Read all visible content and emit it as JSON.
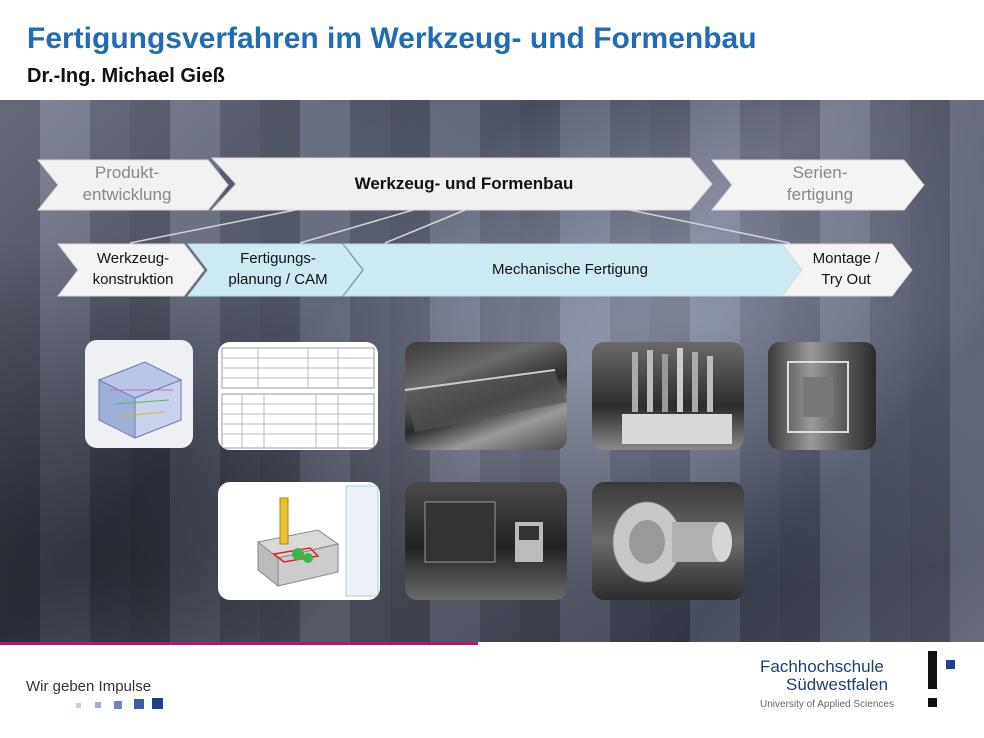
{
  "header": {
    "title": "Fertigungsverfahren im Werkzeug- und Formenbau",
    "subtitle": "Dr.-Ing. Michael Gieß"
  },
  "process_top": [
    {
      "line1": "Produkt-",
      "line2": "entwicklung"
    },
    {
      "line1": "Werkzeug- und Formenbau",
      "line2": ""
    },
    {
      "line1": "Serien-",
      "line2": "fertigung"
    }
  ],
  "process_bottom": [
    {
      "line1": "Werkzeug-",
      "line2": "konstruktion"
    },
    {
      "line1": "Fertigungs-",
      "line2": "planung / CAM"
    },
    {
      "line1": "Mechanische Fertigung",
      "line2": ""
    },
    {
      "line1": "Montage /",
      "line2": "Try Out"
    }
  ],
  "images": [
    "cad-mold-model-image",
    "process-plan-sheet-image",
    "milling-chips-image",
    "drill-tool-rack-image",
    "mold-tryout-image",
    "cam-toolpath-image",
    "cnc-machine-image",
    "lathe-workpiece-image"
  ],
  "footer": {
    "slogan": "Wir geben Impulse",
    "logo_line1": "Fachhochschule",
    "logo_line2": "Südwestfalen",
    "logo_line3": "University of Applied Sciences"
  },
  "colors": {
    "title_blue": "#1f6cb5",
    "accent_magenta": "#b0196b",
    "process_light_blue": "#cdeaf2",
    "logo_navy": "#1f3f73"
  }
}
